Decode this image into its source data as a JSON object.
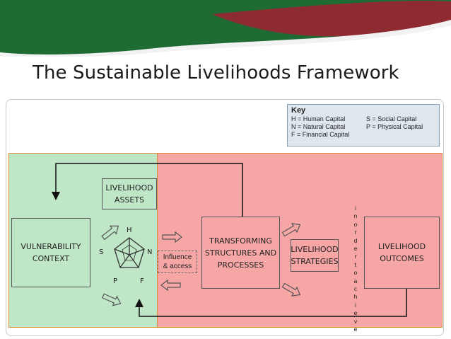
{
  "title": "The Sustainable Livelihoods Framework",
  "key": {
    "heading": "Key",
    "items": [
      [
        "H = Human Capital",
        "S = Social Capital"
      ],
      [
        "N = Natural Capital",
        "P = Physical Capital"
      ],
      [
        "F = Financial Capital",
        ""
      ]
    ]
  },
  "nodes": {
    "vulnerability": [
      "VULNERABILITY",
      "CONTEXT"
    ],
    "assets": [
      "LIVELIHOOD",
      "ASSETS"
    ],
    "transforming": [
      "TRANSFORMING",
      "STRUCTURES AND",
      "PROCESSES"
    ],
    "influence": [
      "Influence",
      "& access"
    ],
    "strategies": [
      "LIVELIHOOD",
      "STRATEGIES"
    ],
    "outcomes": [
      "LIVELIHOOD",
      "OUTCOMES"
    ]
  },
  "in_order_to_achieve": "in order to achieve",
  "pentagon": {
    "H": "H",
    "N": "N",
    "F": "F",
    "P": "P",
    "S": "S"
  },
  "colors": {
    "green_region": "#bfe6c6",
    "red_region": "#f7a6a6",
    "border": "#e08a3a",
    "banner_green": "#1f6b34",
    "banner_maroon": "#8e2b31"
  }
}
